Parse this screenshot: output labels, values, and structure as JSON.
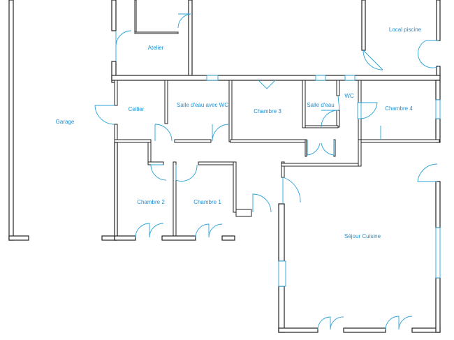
{
  "rooms": {
    "garage": "Garage",
    "atelier": "Atelier",
    "local_piscine": "Local piscine",
    "cellier": "Cellier",
    "salle_eau_wc": "Salle d'eau avec WC",
    "chambre_3": "Chambre 3",
    "salle_eau": "Salle d'eau",
    "wc": "WC",
    "chambre_4": "Chambre 4",
    "chambre_2": "Chambre 2",
    "chambre_1": "Chambre 1",
    "sejour_cuisine": "Séjour Cuisine"
  },
  "colors": {
    "walls": "#222222",
    "doors_windows": "#2aa3d8",
    "labels": "#1f8fd0"
  }
}
